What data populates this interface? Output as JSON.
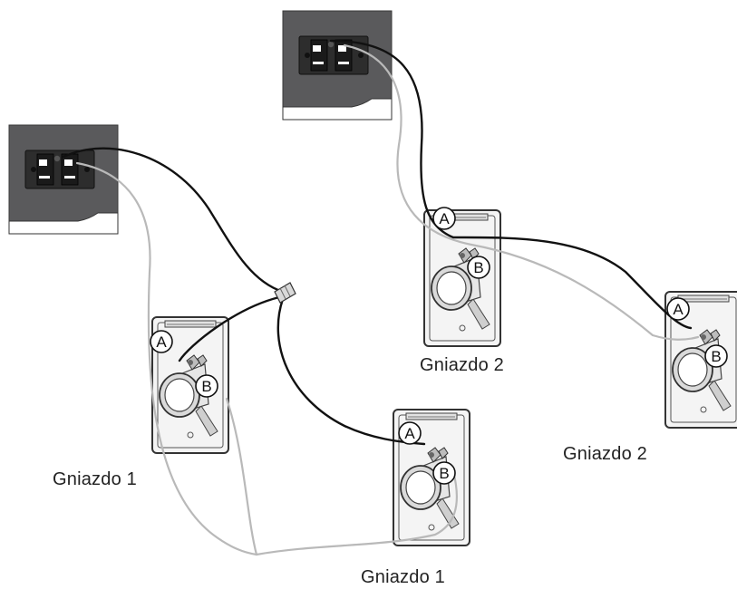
{
  "labels": {
    "socket_left": "Gniazdo 1",
    "socket_bottom": "Gniazdo 1",
    "socket_top": "Gniazdo 2",
    "socket_right": "Gniazdo 2"
  },
  "markers": {
    "a": "A",
    "b": "B"
  },
  "colors": {
    "panel": "#5a5a5c",
    "wire_black": "#111111",
    "wire_grey": "#b9b9b9",
    "outline": "#333333",
    "plate": "#f4f4f4"
  }
}
